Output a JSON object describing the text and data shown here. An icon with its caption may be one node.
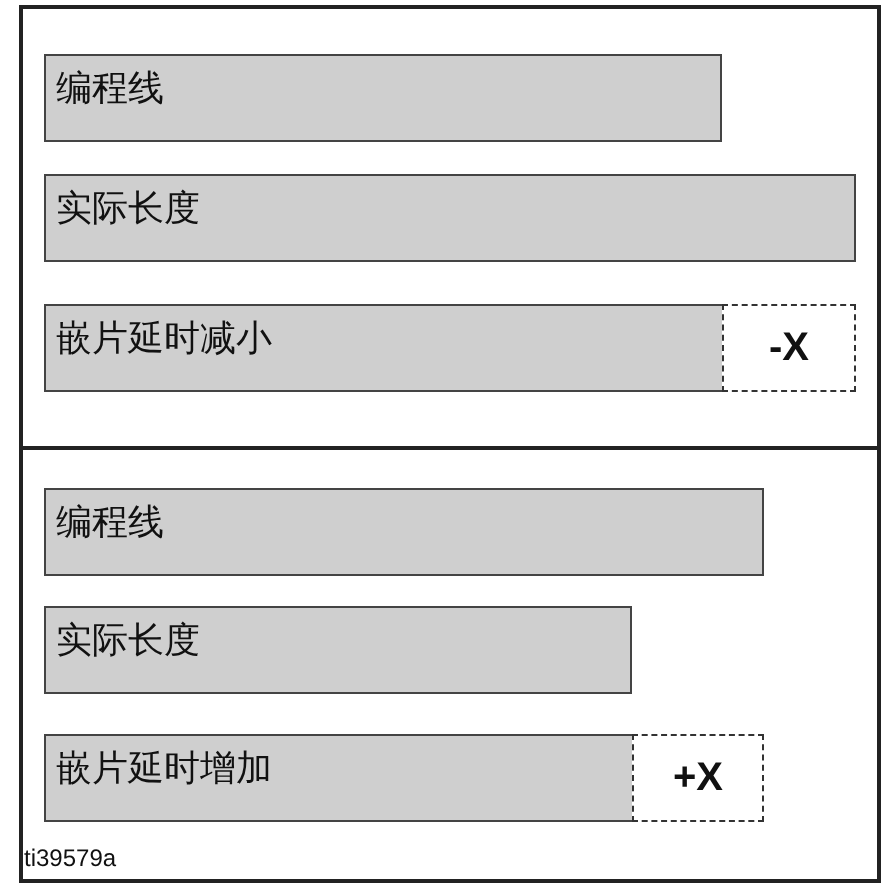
{
  "diagram": {
    "nodes": [
      {
        "text": [
          "编程线"
        ]
      },
      {
        "text": [
          "实际长度"
        ]
      },
      {
        "text": [
          "嵌片延时减小"
        ]
      },
      {
        "text": [
          "-X"
        ]
      },
      {
        "text": [
          "编程线"
        ]
      },
      {
        "text": [
          "实际长度"
        ]
      },
      {
        "text": [
          "嵌片延时增加"
        ]
      },
      {
        "text": [
          "+X"
        ]
      }
    ],
    "labels": [
      "ti39579a"
    ]
  }
}
